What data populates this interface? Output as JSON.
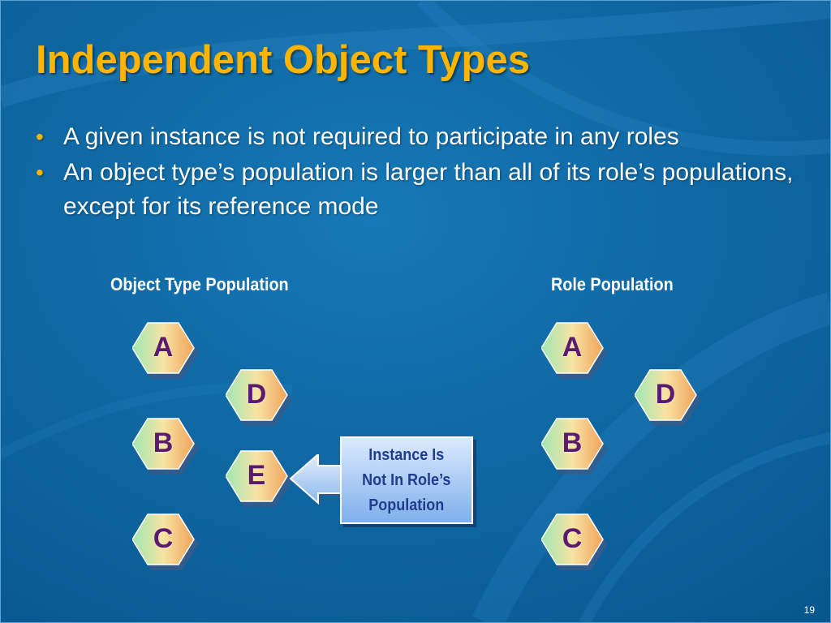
{
  "slide": {
    "title": "Independent Object Types",
    "bullets": [
      "A given instance is not required to participate in any roles",
      "An object type’s population is larger than all of its role’s populations, except for its reference mode"
    ],
    "object_type_label": "Object Type Population",
    "role_label": "Role Population",
    "object_type_population": [
      "A",
      "D",
      "B",
      "E",
      "C"
    ],
    "role_population": [
      "A",
      "D",
      "B",
      "C"
    ],
    "callout_text": "Instance Is\nNot In Role’s\nPopulation",
    "page_number": "19",
    "colors": {
      "background": "#0a5e98",
      "title": "#ffb400",
      "hex_fill": "#f0a35a",
      "hex_light": "#9ee6b2",
      "letter": "#5a1a6e",
      "callout_text": "#1f3d8a"
    }
  }
}
